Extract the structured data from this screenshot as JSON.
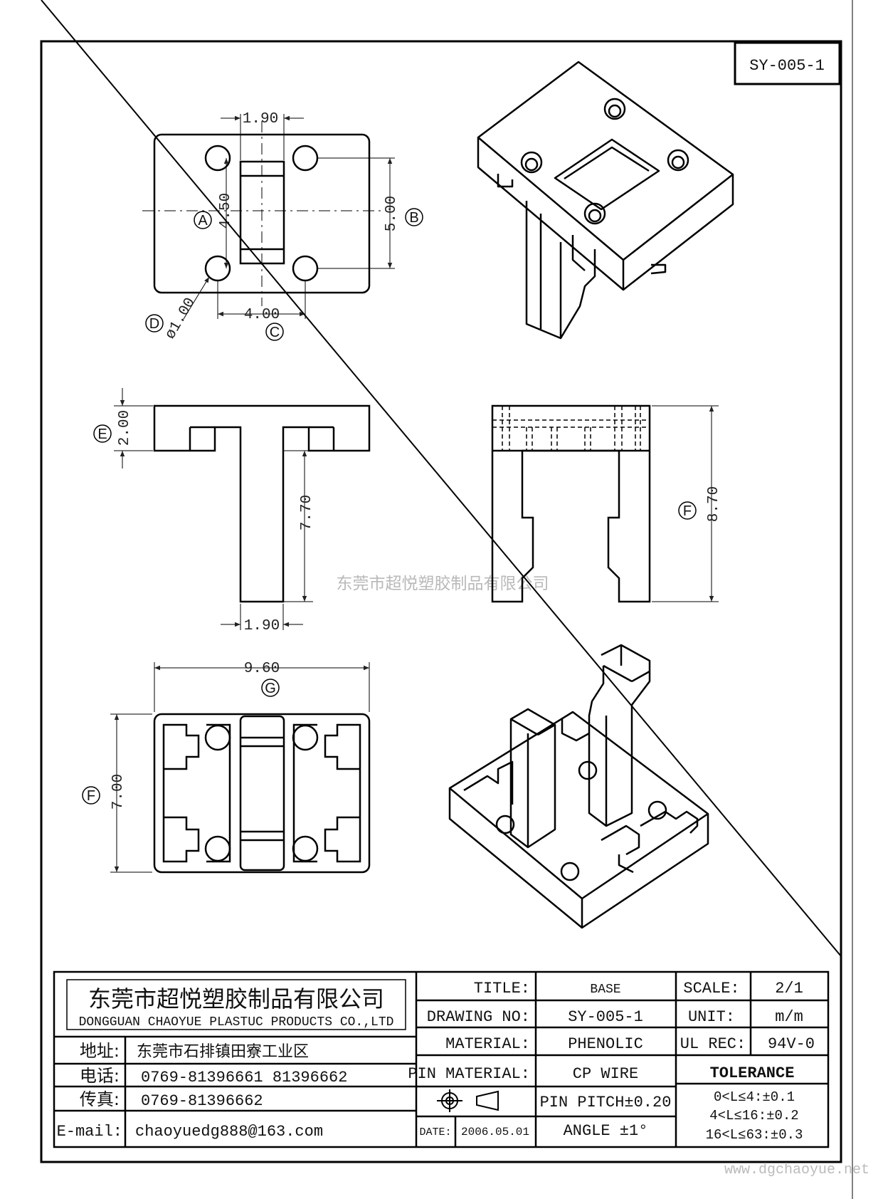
{
  "drawing_id": "SY-005-1",
  "dimensions": {
    "top_pin_width": "1.90",
    "center_a": "4.50",
    "center_b": "5.00",
    "hole_pitch": "4.00",
    "hole_diameter": "ø1.00",
    "side_height": "2.00",
    "leg_length": "7.70",
    "leg_width": "1.90",
    "front_height": "8.70",
    "bottom_width": "9.60",
    "bottom_depth": "7.00"
  },
  "callouts": {
    "a": "A",
    "b": "B",
    "c": "C",
    "d": "D",
    "e": "E",
    "f": "F",
    "f2": "F",
    "g": "G"
  },
  "watermark": "东莞市超悦塑胶制品有限公司",
  "company": {
    "name_cn": "东莞市超悦塑胶制品有限公司",
    "name_en": "DONGGUAN CHAOYUE PLASTUC PRODUCTS CO.,LTD",
    "address_label": "地址:",
    "address": "东莞市石排镇田寮工业区",
    "phone_label": "电话:",
    "phone": "0769-81396661   81396662",
    "fax_label": "传真:",
    "fax": "0769-81396662",
    "email_label": "E-mail:",
    "email": "chaoyuedg888@163.com"
  },
  "title_block": {
    "title_label": "TITLE:",
    "title": "BASE",
    "drawing_no_label": "DRAWING NO:",
    "drawing_no": "SY-005-1",
    "material_label": "MATERIAL:",
    "material": "PHENOLIC",
    "pin_material_label": "PIN MATERIAL:",
    "pin_material": "CP WIRE",
    "pin_pitch": "PIN PITCH±0.20",
    "date_label": "DATE:",
    "date": "2006.05.01",
    "angle": "ANGLE   ±1°",
    "scale_label": "SCALE:",
    "scale": "2/1",
    "unit_label": "UNIT:",
    "unit": "m/m",
    "ul_label": "UL REC:",
    "ul": "94V-0",
    "tolerance_label": "TOLERANCE",
    "tolerance": [
      "0<L≤4:±0.1",
      "4<L≤16:±0.2",
      "16<L≤63:±0.3"
    ]
  },
  "footer_url": "www.dgchaoyue.net"
}
